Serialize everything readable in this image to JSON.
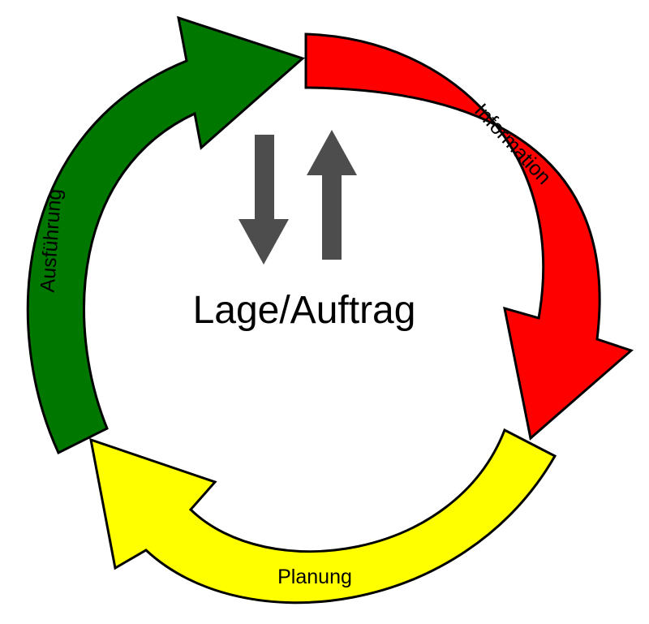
{
  "diagram": {
    "center_label": "Lage/Auftrag",
    "stages": [
      {
        "key": "information",
        "label": "Information",
        "color": "#ff0000"
      },
      {
        "key": "planung",
        "label": "Planung",
        "color": "#ffff00"
      },
      {
        "key": "ausfuehrung",
        "label": "Ausführung",
        "color": "#007800"
      }
    ],
    "center_arrows": {
      "color": "#4d4d4d",
      "icons": [
        "arrow-down-icon",
        "arrow-up-icon"
      ]
    }
  }
}
